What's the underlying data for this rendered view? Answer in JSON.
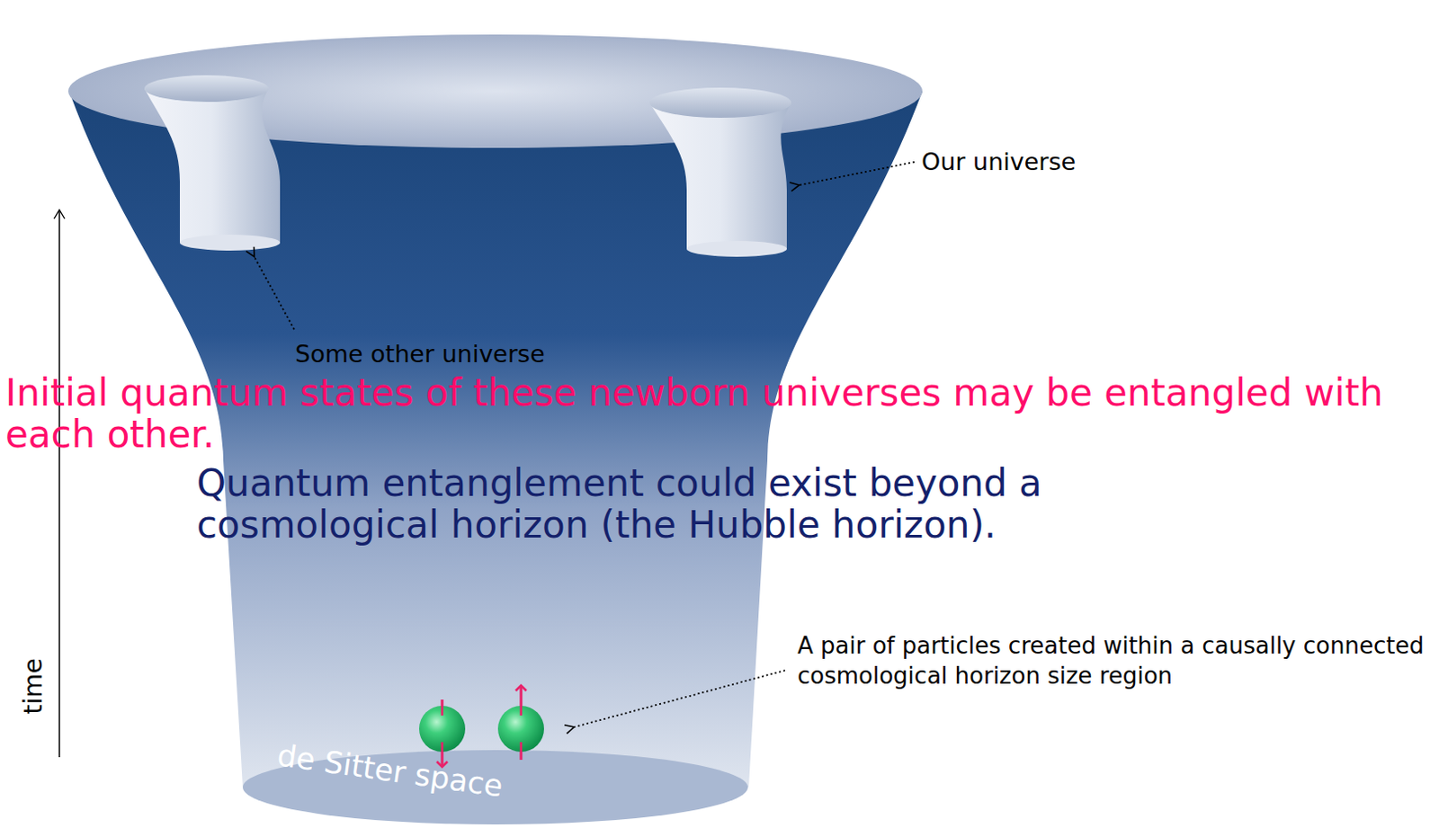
{
  "diagram": {
    "labels": [
      "Our universe",
      "Some other universe",
      "Initial quantum states of these newborn universes may be entangled with each other.",
      "Quantum entanglement could exist beyond a cosmological horizon (the Hubble horizon).",
      "A pair of particles created within a causally connected cosmological horizon size region",
      "de Sitter space",
      "time"
    ]
  }
}
